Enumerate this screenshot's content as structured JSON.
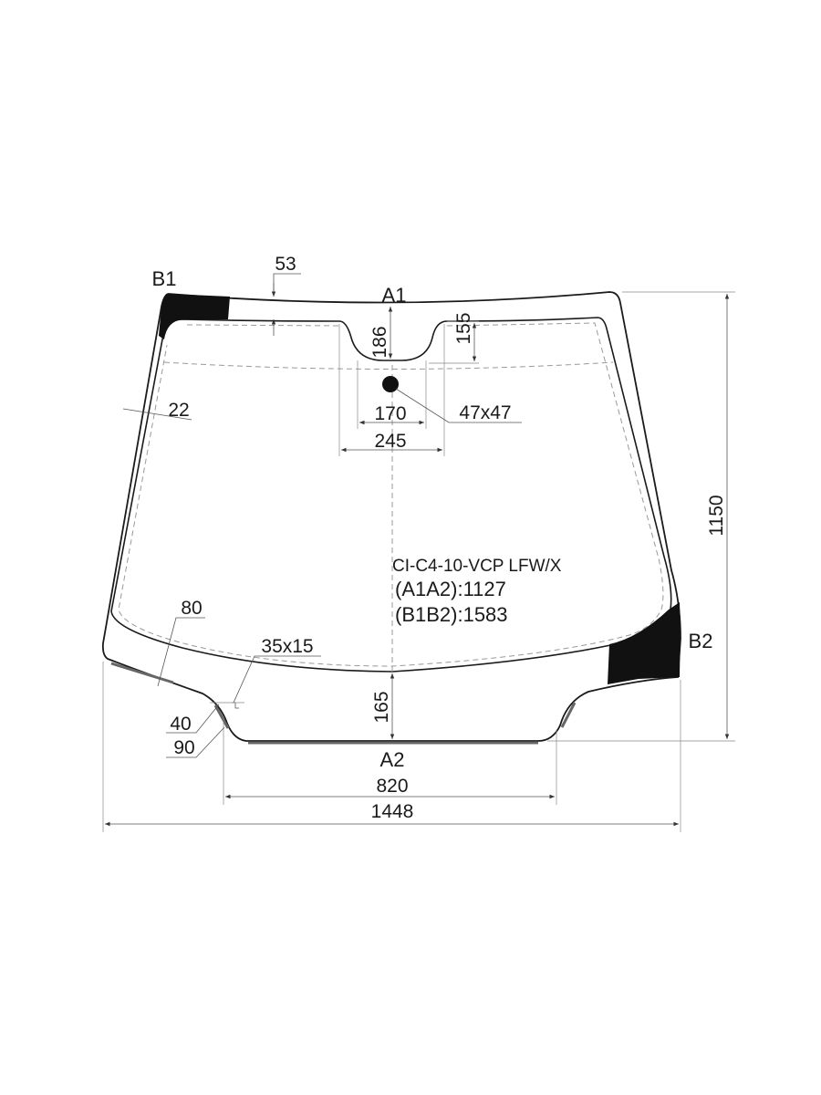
{
  "points": {
    "b1": "B1",
    "a1": "A1",
    "b2": "B2",
    "a2": "A2"
  },
  "dimensions": {
    "top_band": "53",
    "side_band": "22",
    "notch_depth": "186",
    "notch_side": "155",
    "notch_inner_width": "170",
    "notch_outer_width": "245",
    "sensor_dot": "47x47",
    "bottom_band": "80",
    "bracket": "35x15",
    "offset_40": "40",
    "offset_90": "90",
    "bottom_depth": "165",
    "bottom_width": "820",
    "overall_width": "1448",
    "overall_height": "1150"
  },
  "model": {
    "code": "CI-C4-10-VCP LFW/X",
    "a1a2": "(A1A2):1127",
    "b1b2": "(B1B2):1583"
  },
  "colors": {
    "line": "#1a1a1a",
    "print": "#111111",
    "dim": "#555555"
  }
}
